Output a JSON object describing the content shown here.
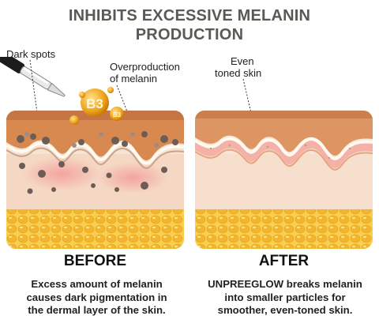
{
  "title": {
    "line1": "INHIBITS EXCESSIVE MELANIN",
    "line2": "PRODUCTION"
  },
  "labels": {
    "dark_spots": "Dark spots",
    "overproduction_line1": "Overproduction",
    "overproduction_line2": "of melanin",
    "even_line1": "Even",
    "even_line2": "toned skin"
  },
  "vitamin": {
    "symbol": "B3",
    "colors": {
      "orb": "#f0a21a",
      "orb_highlight": "#ffd766"
    }
  },
  "before": {
    "heading": "BEFORE",
    "desc_line1": "Excess amount of melanin",
    "desc_line2": "causes dark pigmentation in",
    "desc_line3": "the dermal layer of the skin."
  },
  "after": {
    "heading": "AFTER",
    "desc_line1": "UNPREEGLOW breaks melanin",
    "desc_line2": "into smaller particles for",
    "desc_line3": "smoother, even-toned skin."
  },
  "colors": {
    "title": "#595a53",
    "epidermis": "#d98c55",
    "dermis": "#f6dcc7",
    "fat": "#f4c343",
    "melanin": "#6e5d57"
  }
}
